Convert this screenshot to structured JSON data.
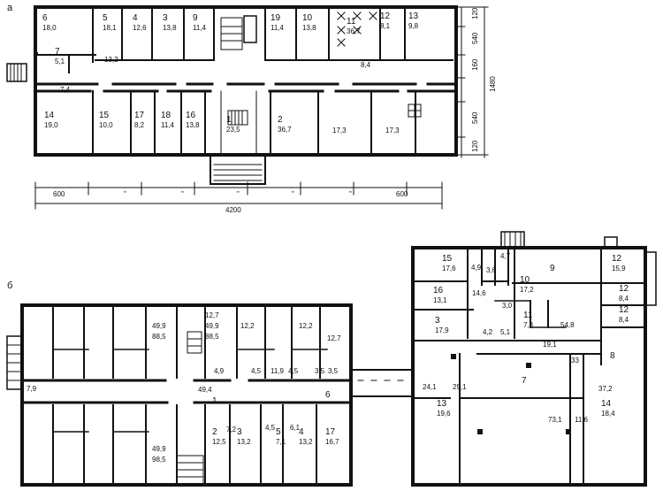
{
  "labels": {
    "plan_a": "а",
    "plan_b": "б"
  },
  "plan_a": {
    "dims_right": [
      "120",
      "540",
      "160",
      "540",
      "120"
    ],
    "dim_total_right": "1480",
    "dims_bottom": [
      "600",
      "600"
    ],
    "dims_bottom_ticks": [
      "\"",
      "\"",
      "\"",
      "\"",
      "\""
    ],
    "dim_total_bottom": "4200",
    "rooms": [
      {
        "n": "6",
        "a": "18,0"
      },
      {
        "n": "5",
        "a": "18,1"
      },
      {
        "n": "4",
        "a": "12,6"
      },
      {
        "n": "3",
        "a": "13,8"
      },
      {
        "n": "9",
        "a": "11,4"
      },
      {
        "n": "19",
        "a": "11,4"
      },
      {
        "n": "10",
        "a": "13,8"
      },
      {
        "n": "11",
        "a": "36,7"
      },
      {
        "n": "12",
        "a": "8,1"
      },
      {
        "n": "13",
        "a": "9,8"
      },
      {
        "n": "7",
        "a": "5,1"
      },
      {
        "n": "",
        "a": "13,2"
      },
      {
        "n": "",
        "a": "8,4"
      },
      {
        "n": "",
        "a": "7,4"
      },
      {
        "n": "14",
        "a": "19,0"
      },
      {
        "n": "15",
        "a": "10,0"
      },
      {
        "n": "17",
        "a": "8,2"
      },
      {
        "n": "18",
        "a": "11,4"
      },
      {
        "n": "16",
        "a": "13,8"
      },
      {
        "n": "1",
        "a": "23,5"
      },
      {
        "n": "2",
        "a": "36,7"
      },
      {
        "n": "",
        "a": "17,3"
      },
      {
        "n": "",
        "a": "17,3"
      }
    ]
  },
  "plan_b": {
    "rooms": [
      {
        "n": "",
        "a": "49,9"
      },
      {
        "n": "",
        "a": "88,5"
      },
      {
        "n": "",
        "a": "12,7"
      },
      {
        "n": "",
        "a": "49,9"
      },
      {
        "n": "",
        "a": "88,5"
      },
      {
        "n": "",
        "a": "12,2"
      },
      {
        "n": "",
        "a": "12,2"
      },
      {
        "n": "",
        "a": "12,7"
      },
      {
        "n": "",
        "a": "3,5"
      },
      {
        "n": "",
        "a": "4,9"
      },
      {
        "n": "",
        "a": "4,5"
      },
      {
        "n": "",
        "a": "11,9"
      },
      {
        "n": "",
        "a": "4,5"
      },
      {
        "n": "",
        "a": "3,5"
      },
      {
        "n": "",
        "a": "49,4"
      },
      {
        "n": "1",
        "a": ""
      },
      {
        "n": "",
        "a": "7,2"
      },
      {
        "n": "",
        "a": "4,5"
      },
      {
        "n": "",
        "a": "6,1"
      },
      {
        "n": "6",
        "a": ""
      },
      {
        "n": "2",
        "a": "12,5"
      },
      {
        "n": "3",
        "a": "13,2"
      },
      {
        "n": "5",
        "a": "7,1"
      },
      {
        "n": "4",
        "a": "13,2"
      },
      {
        "n": "17",
        "a": "16,7"
      },
      {
        "n": "",
        "a": "49,9"
      },
      {
        "n": "",
        "a": "98,5"
      },
      {
        "n": "",
        "a": "7,9"
      }
    ]
  },
  "plan_c": {
    "rooms": [
      {
        "n": "15",
        "a": "17,6"
      },
      {
        "n": "",
        "a": "4,9"
      },
      {
        "n": "",
        "a": "3,6"
      },
      {
        "n": "",
        "a": "4,7"
      },
      {
        "n": "12",
        "a": "15,9"
      },
      {
        "n": "16",
        "a": "13,1"
      },
      {
        "n": "",
        "a": "14,6"
      },
      {
        "n": "10",
        "a": "17,2"
      },
      {
        "n": "9",
        "a": ""
      },
      {
        "n": "12",
        "a": "8,4"
      },
      {
        "n": "12",
        "a": "8,4"
      },
      {
        "n": "",
        "a": "3,0"
      },
      {
        "n": "11",
        "a": "7,3"
      },
      {
        "n": "3",
        "a": "17,9"
      },
      {
        "n": "",
        "a": "4,2"
      },
      {
        "n": "",
        "a": "5,1"
      },
      {
        "n": "",
        "a": "54,8"
      },
      {
        "n": "",
        "a": "19,1"
      },
      {
        "n": "",
        "a": "33"
      },
      {
        "n": "8",
        "a": ""
      },
      {
        "n": "",
        "a": "24,1"
      },
      {
        "n": "",
        "a": "29,1"
      },
      {
        "n": "7",
        "a": ""
      },
      {
        "n": "",
        "a": "37,2"
      },
      {
        "n": "13",
        "a": "19,6"
      },
      {
        "n": "",
        "a": "73,1"
      },
      {
        "n": "",
        "a": "11,6"
      },
      {
        "n": "14",
        "a": "18,4"
      }
    ]
  }
}
